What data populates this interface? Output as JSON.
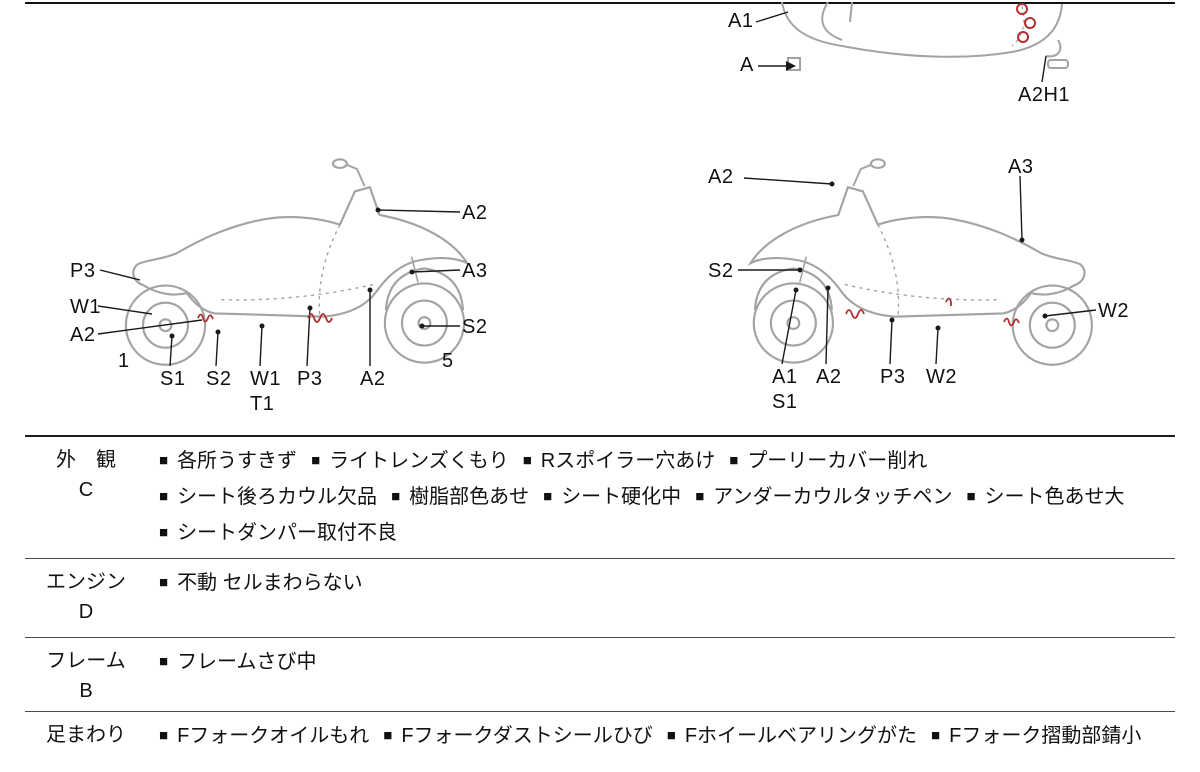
{
  "colors": {
    "line": "#1a1a1a",
    "sketch_gray": "#a3a3a3",
    "damage_mark_red": "#b03030"
  },
  "diagrams": {
    "top_view": {
      "labels": [
        "A1",
        "A",
        "A2H1"
      ]
    },
    "left_side": {
      "side_labels_left": [
        "P3",
        "W1",
        "A2"
      ],
      "side_labels_right": [
        "A2",
        "A3",
        "S2"
      ],
      "bottom_labels": [
        "S1",
        "S2",
        "W1",
        "T1",
        "P3",
        "A2"
      ],
      "numbers": [
        "1",
        "5"
      ]
    },
    "right_side": {
      "top_labels": [
        "A2",
        "A3"
      ],
      "side_labels": [
        "S2",
        "W2"
      ],
      "bottom_labels": [
        "A1",
        "S1",
        "A2",
        "P3",
        "W2"
      ]
    }
  },
  "table": {
    "bullet": "■",
    "rows": [
      {
        "category": "外　観",
        "grade": "C",
        "items": [
          "各所うすきず",
          "ライトレンズくもり",
          "Rスポイラー穴あけ",
          "プーリーカバー削れ",
          "シート後ろカウル欠品",
          "樹脂部色あせ",
          "シート硬化中",
          "アンダーカウルタッチペン",
          "シート色あせ大",
          "シートダンパー取付不良"
        ]
      },
      {
        "category": "エンジン",
        "grade": "D",
        "items": [
          "不動 セルまわらない"
        ]
      },
      {
        "category": "フレーム",
        "grade": "B",
        "items": [
          "フレームさび中"
        ]
      },
      {
        "category": "足まわり",
        "grade": "",
        "items": [
          "Fフォークオイルもれ",
          "Fフォークダストシールひび",
          "Fホイールベアリングがた",
          "Fフォーク摺動部錆小"
        ]
      }
    ]
  }
}
